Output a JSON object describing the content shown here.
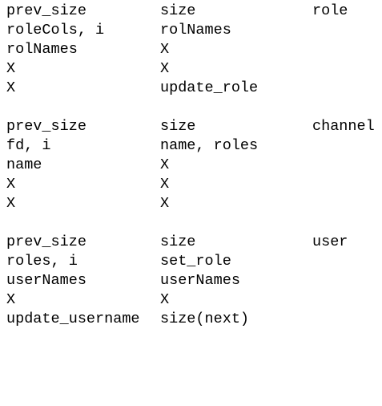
{
  "blocks": [
    {
      "rows": [
        [
          "prev_size",
          "size",
          "role"
        ],
        [
          "roleCols, i",
          "rolNames",
          ""
        ],
        [
          "rolNames",
          "X",
          ""
        ],
        [
          "X",
          "X",
          ""
        ],
        [
          "X",
          "update_role",
          ""
        ]
      ]
    },
    {
      "rows": [
        [
          "prev_size",
          "size",
          "channel"
        ],
        [
          "fd, i",
          "name, roles",
          ""
        ],
        [
          "name",
          "X",
          ""
        ],
        [
          "X",
          "X",
          ""
        ],
        [
          "X",
          "X",
          ""
        ]
      ]
    },
    {
      "rows": [
        [
          "prev_size",
          "size",
          "user"
        ],
        [
          "roles, i",
          "set_role",
          ""
        ],
        [
          "userNames",
          "userNames",
          ""
        ],
        [
          "X",
          "X",
          ""
        ],
        [
          "update_username",
          "size(next)",
          ""
        ]
      ]
    }
  ]
}
